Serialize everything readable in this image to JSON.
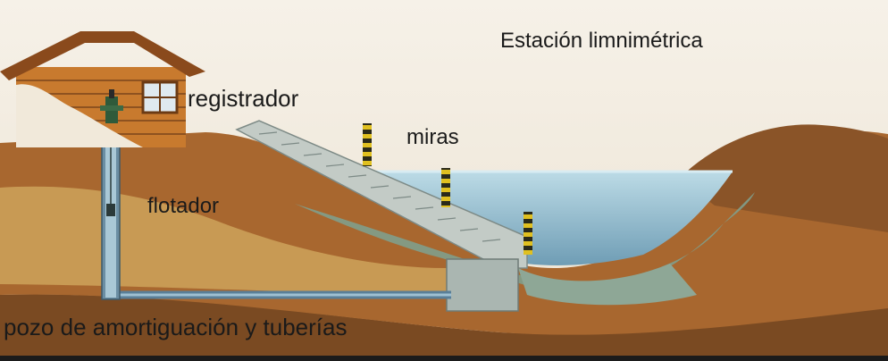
{
  "diagram": {
    "title": "Estación limnimétrica",
    "labels": {
      "registrador": "registrador",
      "miras": "miras",
      "flotador": "flotador",
      "pozo": "pozo de amortiguación y tuberías"
    }
  },
  "colors": {
    "sky": "#f4efe6",
    "soil_dark": "#7a4a22",
    "soil_mid": "#a8672f",
    "soil_light": "#c89a54",
    "water": "#9fc6d8",
    "water_deep": "#5f8fa8",
    "concrete": "#b9c2bd",
    "house_wood": "#c87a2e",
    "roof": "#8a4a1c",
    "gauge_yellow": "#e0c020",
    "pipe": "#5a7f98"
  },
  "icons": [
    "house-icon",
    "staff-gauge-icon",
    "float-icon",
    "recorder-icon"
  ]
}
